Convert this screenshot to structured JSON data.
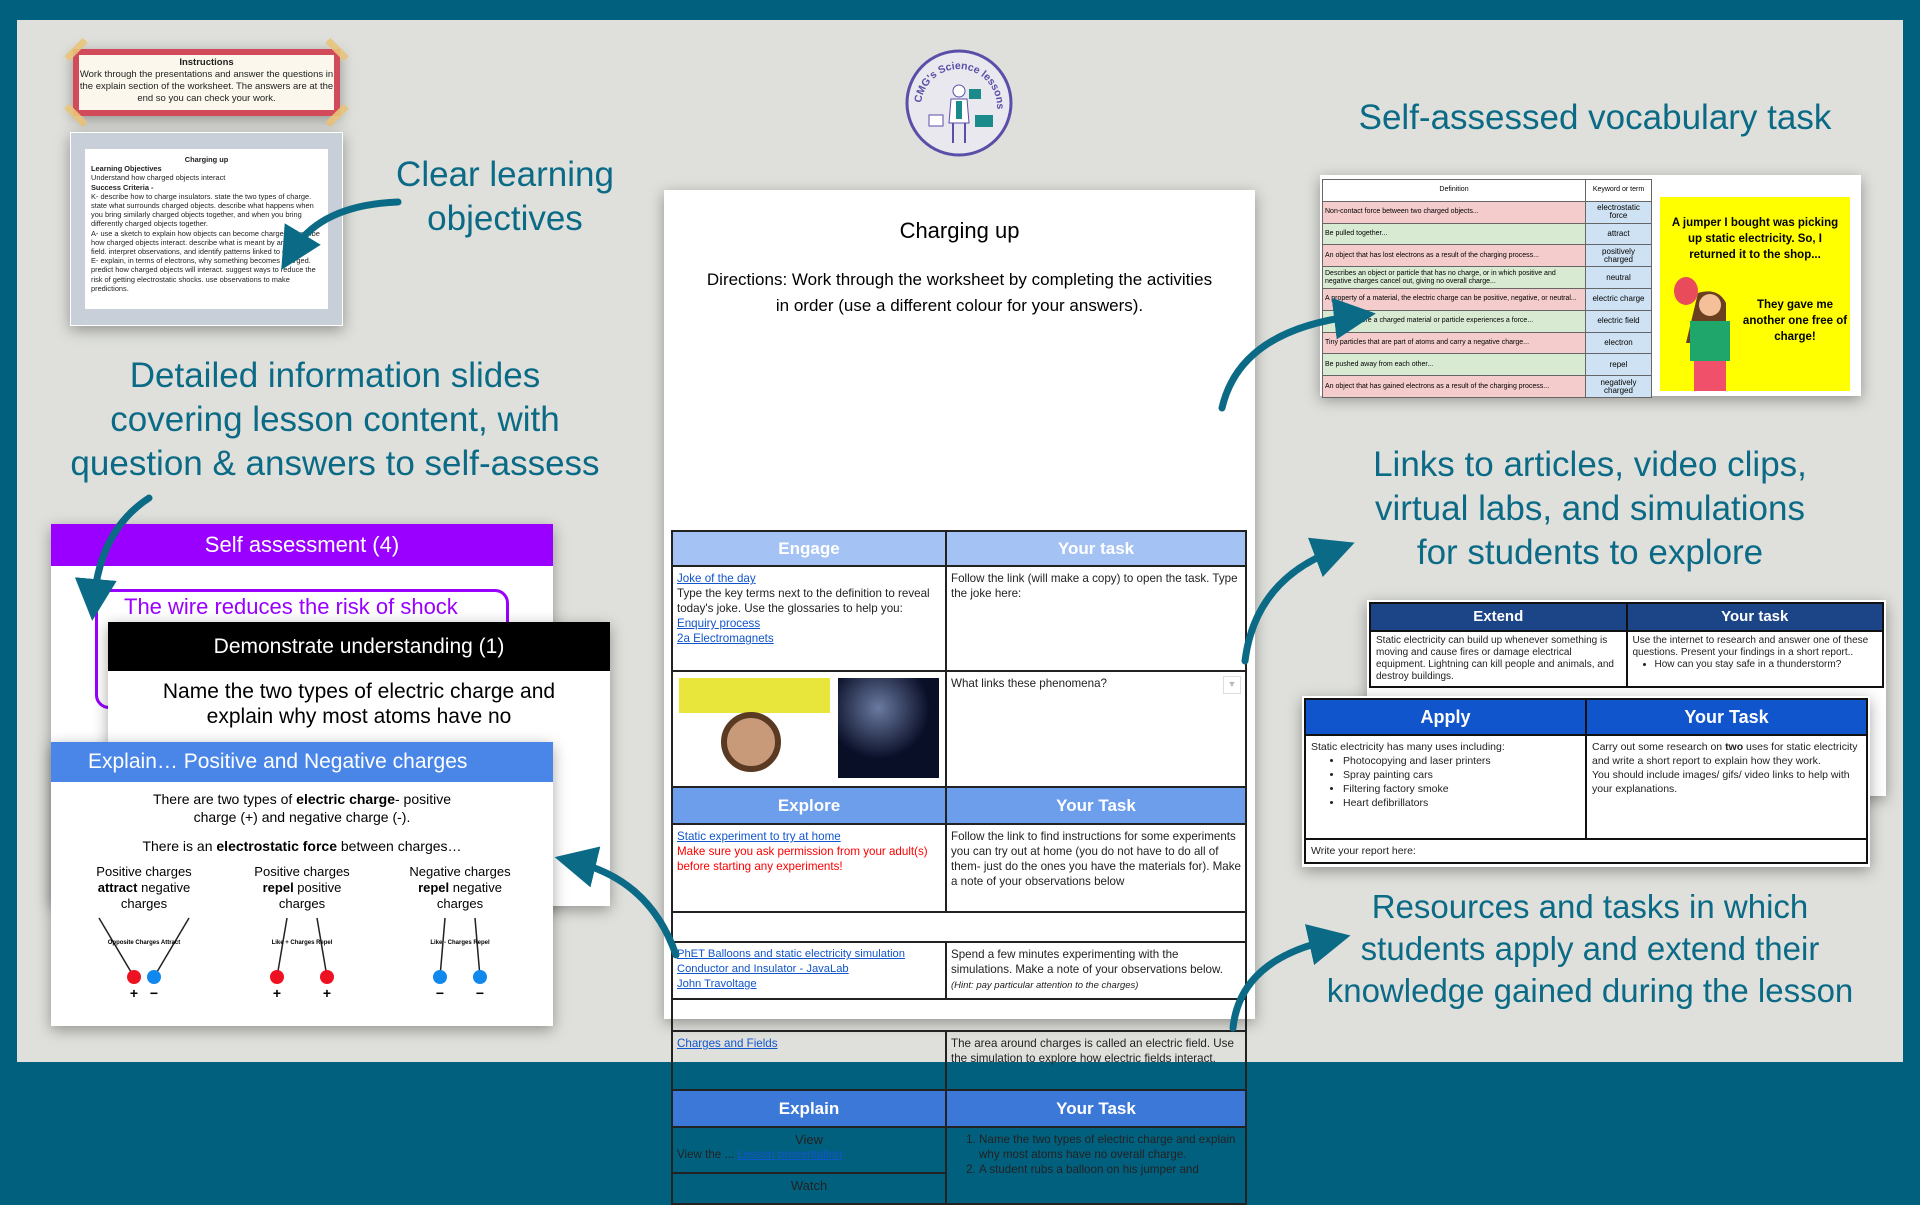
{
  "colors": {
    "frame": "#02607f",
    "accent_text": "#0b6a86",
    "engage": "#a4c2f4",
    "explore": "#6d9eeb",
    "explain": "#3c78d8",
    "extend": "#1c4587",
    "apply": "#1155cc",
    "self_assessment": "#9900ff"
  },
  "logo": {
    "text": "CMG's Science lessons"
  },
  "captions": {
    "objectives": [
      "Clear learning",
      "objectives"
    ],
    "slides": [
      "Detailed information slides",
      "covering lesson content, with",
      "question & answers to self-assess"
    ],
    "vocab": "Self-assessed vocabulary task",
    "links": [
      "Links to articles, video clips,",
      "virtual labs, and simulations",
      "for students to explore"
    ],
    "resources": [
      "Resources and tasks in which",
      "students apply and extend their",
      "knowledge gained during the lesson"
    ]
  },
  "instructions": {
    "title": "Instructions",
    "text": "Work through the presentations and answer the questions in the explain section of the worksheet. The answers are at the end so you can check your work."
  },
  "objectives_slide": {
    "title": "Charging up",
    "lo_heading": "Learning Objectives",
    "lo": "Understand how charged objects interact",
    "sc_heading": "Success Criteria -",
    "k": "K- describe how to charge insulators. state the two types of charge. state what surrounds charged objects. describe what happens when you bring similarly charged objects together, and when you bring differently charged objects together.",
    "a": "A- use a sketch to explain how objects can become charged. describe how charged objects interact. describe what is meant by an electric field. interpret observations, and identify patterns linked to charge.",
    "e": "E- explain, in terms of electrons, why something becomes charged. predict how charged objects will interact. suggest ways to reduce the risk of getting electrostatic shocks. use observations to make predictions."
  },
  "self_assessment": {
    "title": "Self assessment (4)",
    "answer": "The wire reduces the risk of shock"
  },
  "demonstrate": {
    "title": "Demonstrate understanding (1)",
    "text": "Name the two types of electric charge and explain why most atoms have no"
  },
  "explain_slide": {
    "title": "Explain…  Positive and Negative charges",
    "p1a": "There are two types of ",
    "p1b": "electric charge",
    "p1c": "- positive charge (+) and negative charge (-).",
    "p2a": "There is an ",
    "p2b": "electrostatic force",
    "p2c": " between charges…",
    "diagrams": [
      {
        "l1": "Positive charges",
        "bold": "attract",
        "l2": " negative",
        "l3": "charges",
        "label": "Opposite Charges Attract",
        "left": "+",
        "right": "−"
      },
      {
        "l1": "Positive charges",
        "bold": "repel",
        "l2": " positive",
        "l3": "charges",
        "label": "Like + Charges Repel",
        "left": "+",
        "right": "+"
      },
      {
        "l1": "Negative charges",
        "bold": "repel",
        "l2": " negative",
        "l3": "charges",
        "label": "Like - Charges Repel",
        "left": "−",
        "right": "−"
      }
    ]
  },
  "worksheet": {
    "title": "Charging up",
    "directions": "Directions: Work through the worksheet by completing the activities in order (use a different colour for your answers).",
    "engage": {
      "h1": "Engage",
      "h2": "Your task",
      "link1": "Joke of the day",
      "text": "Type the key terms next to the definition to reveal today's joke. Use the glossaries to help you:",
      "link2": "Enquiry process",
      "link3": "2a Electromagnets",
      "task": "Follow the link (will make a copy) to open the task. Type the joke here:",
      "question": "What links these phenomena?"
    },
    "explore": {
      "h1": "Explore",
      "h2": "Your Task",
      "link1": "Static experiment to try at home",
      "warning": "Make sure you ask permission from your adult(s) before starting any experiments!",
      "task1": "Follow the link to find instructions for some experiments you can try out at home (you do not have to do all of them- just do the ones you have the materials for). Make a note of your observations below",
      "link2": "PhET Balloons and static electricity simulation",
      "link3": "Conductor and Insulator - JavaLab",
      "link4": "John Travoltage",
      "task2": "Spend a few minutes experimenting with the simulations. Make a note of your observations below.",
      "hint": "(Hint: pay particular attention to the charges)",
      "link5": "Charges and Fields",
      "task3": "The area around charges is called an electric field. Use the simulation to explore how electric fields interact."
    },
    "explain": {
      "h1": "Explain",
      "h2": "Your Task",
      "view": "View",
      "view_text": "View the ... ",
      "link": "Lesson presentation",
      "watch": "Watch",
      "q1": "Name the two types of electric charge and explain why most atoms have no overall charge.",
      "q2": "A student rubs a balloon on his jumper and"
    }
  },
  "vocab": {
    "h1": "Definition",
    "h2": "Keyword or term",
    "rows": [
      {
        "d": "Non-contact force between two charged objects...",
        "k": "electrostatic force"
      },
      {
        "d": "Be pulled together...",
        "k": "attract"
      },
      {
        "d": "An object that has lost electrons as a result of the charging process...",
        "k": "positively charged"
      },
      {
        "d": "Describes an object or particle that has no charge, or in which positive and negative charges cancel out, giving no overall charge...",
        "k": "neutral"
      },
      {
        "d": "A property of a material, the electric charge can be positive, negative, or neutral...",
        "k": "electric charge"
      },
      {
        "d": "A region where a charged material or particle experiences a force...",
        "k": "electric field"
      },
      {
        "d": "Tiny particles that are part of atoms and carry a negative charge...",
        "k": "electron"
      },
      {
        "d": "Be pushed away from each other...",
        "k": "repel"
      },
      {
        "d": "An object that has gained electrons as a result of the charging process...",
        "k": "negatively charged"
      }
    ],
    "joke1": "A jumper I bought was picking up static electricity. So, I returned it to the shop...",
    "joke2": "They gave me another one free of charge!"
  },
  "extend": {
    "h1": "Extend",
    "h2": "Your task",
    "text": "Static electricity can build up whenever something is moving and cause fires or damage electrical equipment. Lightning can kill people and animals, and destroy buildings.",
    "task": "Use the internet to research and answer one of these questions. Present your findings in a short report..",
    "q1": "How can you stay safe in a thunderstorm?"
  },
  "apply": {
    "h1": "Apply",
    "h2": "Your Task",
    "intro": "Static electricity has many uses including:",
    "uses": [
      "Photocopying and laser printers",
      "Spray painting cars",
      "Filtering factory smoke",
      "Heart defibrillators"
    ],
    "task_a": "Carry out some research on ",
    "task_b": "two",
    "task_c": " uses for static electricity and write a short report to explain how they work.",
    "task2": "You should include images/ gifs/ video links to help with your explanations.",
    "report": "Write your report here:"
  }
}
